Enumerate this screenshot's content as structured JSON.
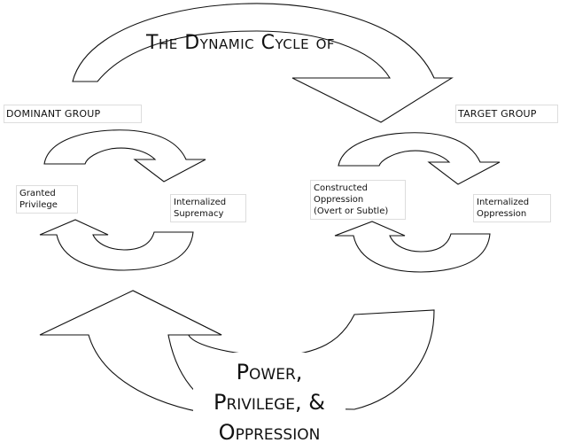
{
  "title": "The Dynamic Cycle of",
  "dominant_group": {
    "label": "DOMINANT GROUP",
    "granted": [
      "Granted",
      "Privilege"
    ],
    "internalized": [
      "Internalized",
      "Supremacy"
    ]
  },
  "target_group": {
    "label": "TARGET GROUP",
    "constructed": [
      "Constructed",
      "Oppression",
      "(Overt or Subtle)"
    ],
    "internalized": [
      "Internalized",
      "Oppression"
    ]
  },
  "bottom_label": [
    "Power,",
    "Privilege, &",
    "Oppression"
  ],
  "colors": {
    "stroke": "#111111",
    "fill": "#ffffff"
  }
}
